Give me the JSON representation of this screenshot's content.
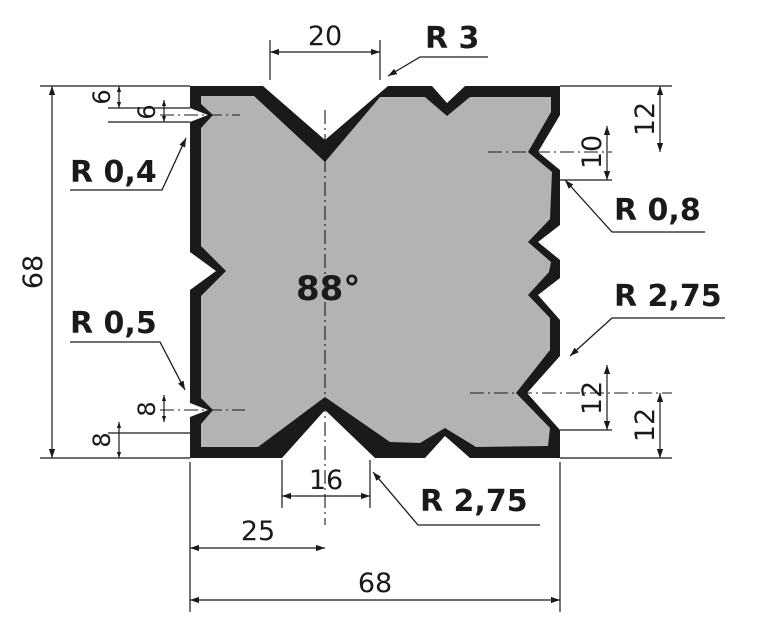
{
  "colors": {
    "outline": "#1a1a1a",
    "body": "#b3b3b3",
    "line": "#1a1a1a"
  },
  "dimensions": {
    "top_opening": "20",
    "bottom_opening": "16",
    "left_offset": "25",
    "total_width": "68",
    "total_height": "68",
    "left_top_a": "6",
    "left_top_b": "6",
    "left_bottom_a": "8",
    "left_bottom_b": "8",
    "right_top_a": "12",
    "right_top_b": "10",
    "right_bottom_a": "12",
    "right_bottom_b": "12"
  },
  "radii": {
    "r3": "R 3",
    "r04": "R 0,4",
    "r08": "R 0,8",
    "r275_right": "R 2,75",
    "r05": "R 0,5",
    "r275_bottom": "R 2,75"
  },
  "angle": "88°"
}
